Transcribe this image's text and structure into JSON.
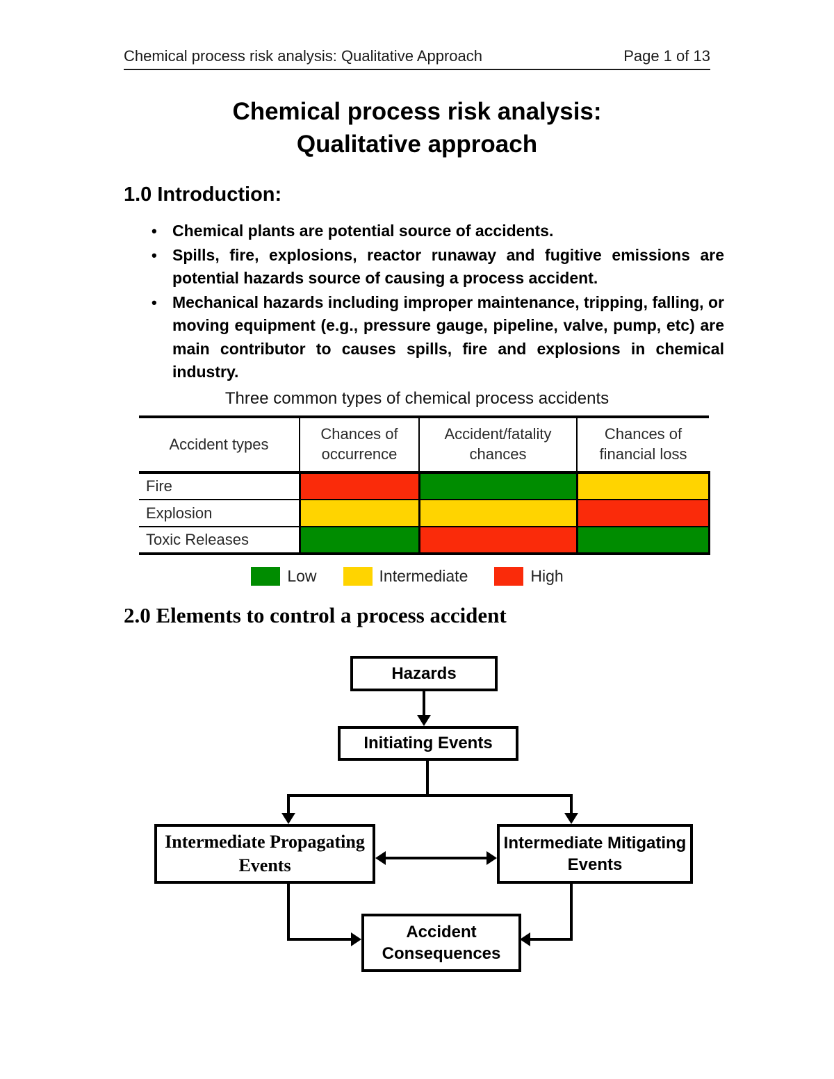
{
  "header": {
    "left": "Chemical process risk analysis: Qualitative Approach",
    "right": "Page 1 of 13"
  },
  "title": {
    "line1": "Chemical process risk analysis:",
    "line2": "Qualitative approach"
  },
  "intro": {
    "heading": "1.0 Introduction:",
    "bullets": [
      "Chemical plants are potential source of accidents.",
      "Spills, fire, explosions, reactor runaway and fugitive emissions are potential hazards source of causing a process accident.",
      "Mechanical hazards including improper maintenance, tripping, falling, or moving equipment (e.g., pressure gauge, pipeline, valve, pump, etc) are main contributor to causes spills, fire and explosions in chemical industry."
    ]
  },
  "accident_table": {
    "caption": "Three common types of chemical process accidents",
    "columns": [
      "Accident types",
      "Chances of occurrence",
      "Accident/fatality chances",
      "Chances of financial loss"
    ],
    "rows": [
      {
        "label": "Fire",
        "cells": [
          {
            "level": "High",
            "color": "#fa2b0a"
          },
          {
            "level": "Low",
            "color": "#008c00"
          },
          {
            "level": "Intermediate",
            "color": "#ffd400"
          }
        ]
      },
      {
        "label": "Explosion",
        "cells": [
          {
            "level": "Intermediate",
            "color": "#ffd400"
          },
          {
            "level": "Intermediate",
            "color": "#ffd400"
          },
          {
            "level": "High",
            "color": "#fa2b0a"
          }
        ]
      },
      {
        "label": "Toxic Releases",
        "cells": [
          {
            "level": "Low",
            "color": "#008c00"
          },
          {
            "level": "High",
            "color": "#fa2b0a"
          },
          {
            "level": "Low",
            "color": "#008c00"
          }
        ]
      }
    ],
    "legend": [
      {
        "label": "Low",
        "color": "#008c00"
      },
      {
        "label": "Intermediate",
        "color": "#ffd400"
      },
      {
        "label": "High",
        "color": "#fa2b0a"
      }
    ]
  },
  "section2": {
    "heading": "2.0 Elements to control a process accident"
  },
  "flowchart": {
    "hazards": "Hazards",
    "initiating_events": "Initiating Events",
    "propagating": "Intermediate Propagating Events",
    "mitigating": "Intermediate Mitigating Events",
    "consequences": "Accident Consequences"
  }
}
